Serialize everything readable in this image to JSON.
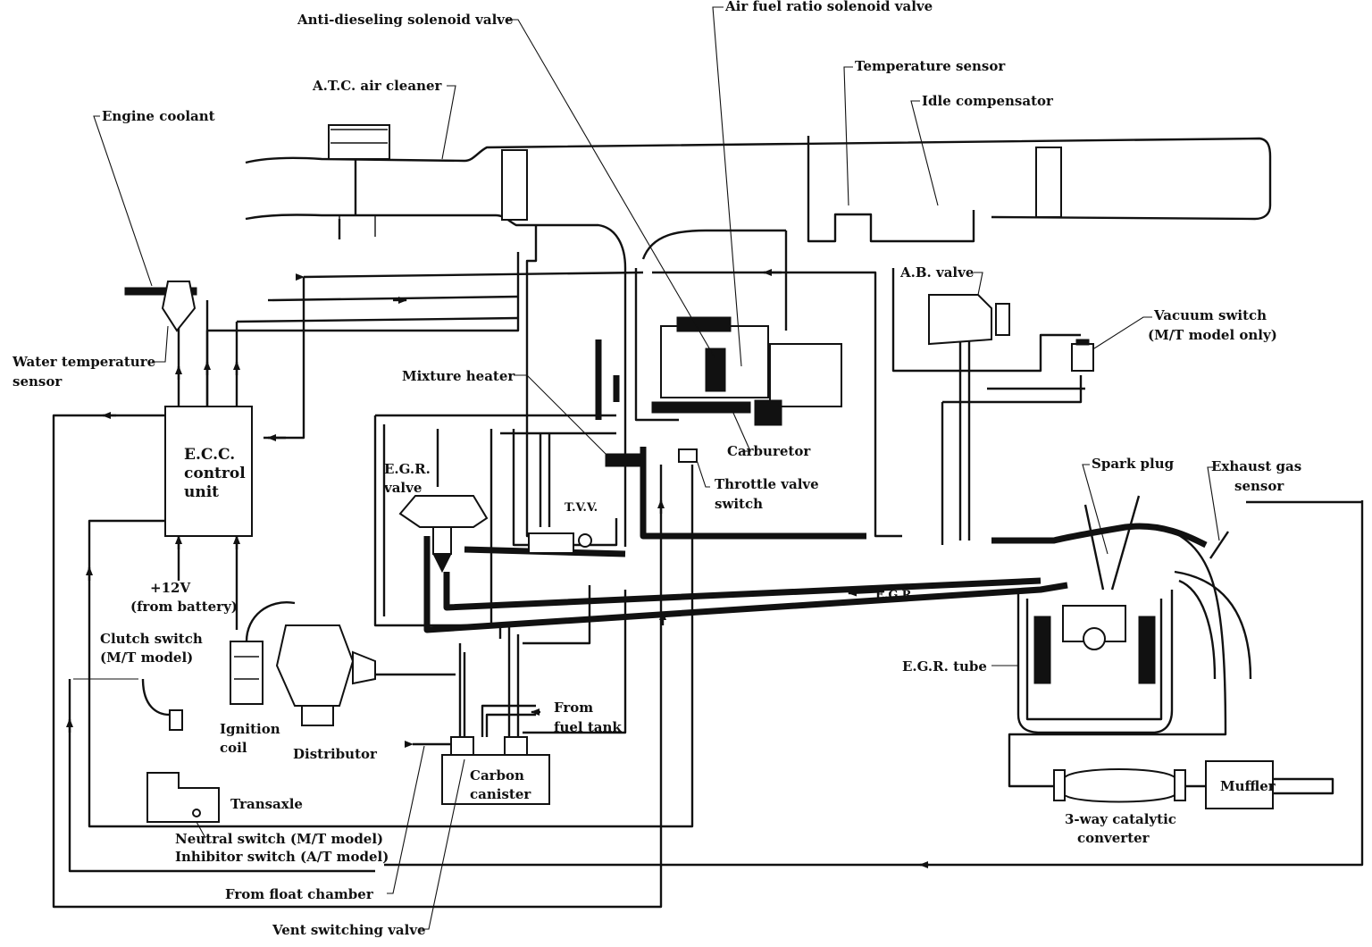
{
  "labels": {
    "anti_dieseling": "Anti-dieseling solenoid valve",
    "air_fuel_ratio": "Air fuel ratio solenoid valve",
    "temperature_sensor": "Temperature sensor",
    "idle_compensator": "Idle compensator",
    "atc_air_cleaner": "A.T.C. air cleaner",
    "engine_coolant": "Engine coolant",
    "water_temp_1": "Water temperature",
    "water_temp_2": "sensor",
    "ab_valve": "A.B. valve",
    "vacuum_switch_1": "Vacuum switch",
    "vacuum_switch_2": "(M/T model only)",
    "mixture_heater": "Mixture heater",
    "ecc_1": "E.C.C.",
    "ecc_2": "control",
    "ecc_3": "unit",
    "carburetor": "Carburetor",
    "egr_valve_1": "E.G.R.",
    "egr_valve_2": "valve",
    "throttle_1": "Throttle valve",
    "throttle_2": "switch",
    "tvv": "T.V.V.",
    "spark_plug": "Spark plug",
    "exhaust_1": "Exhaust gas",
    "exhaust_2": "sensor",
    "battery_1": "+12V",
    "battery_2": "(from battery)",
    "egr_flow": "E.G.R.",
    "clutch_1": "Clutch switch",
    "clutch_2": "(M/T model)",
    "egr_tube": "E.G.R. tube",
    "from_fuel_1": "From",
    "from_fuel_2": "fuel tank",
    "ignition_1": "Ignition",
    "ignition_2": "coil",
    "distributor": "Distributor",
    "canister_1": "Carbon",
    "canister_2": "canister",
    "muffler": "Muffler",
    "transaxle": "Transaxle",
    "catalytic_1": "3-way catalytic",
    "catalytic_2": "converter",
    "neutral_switch": "Neutral switch (M/T model)",
    "inhibitor_switch": "Inhibitor switch (A/T model)",
    "float_chamber": "From float chamber",
    "vent_valve": "Vent switching valve"
  },
  "icons": [
    "arrow-icon"
  ]
}
